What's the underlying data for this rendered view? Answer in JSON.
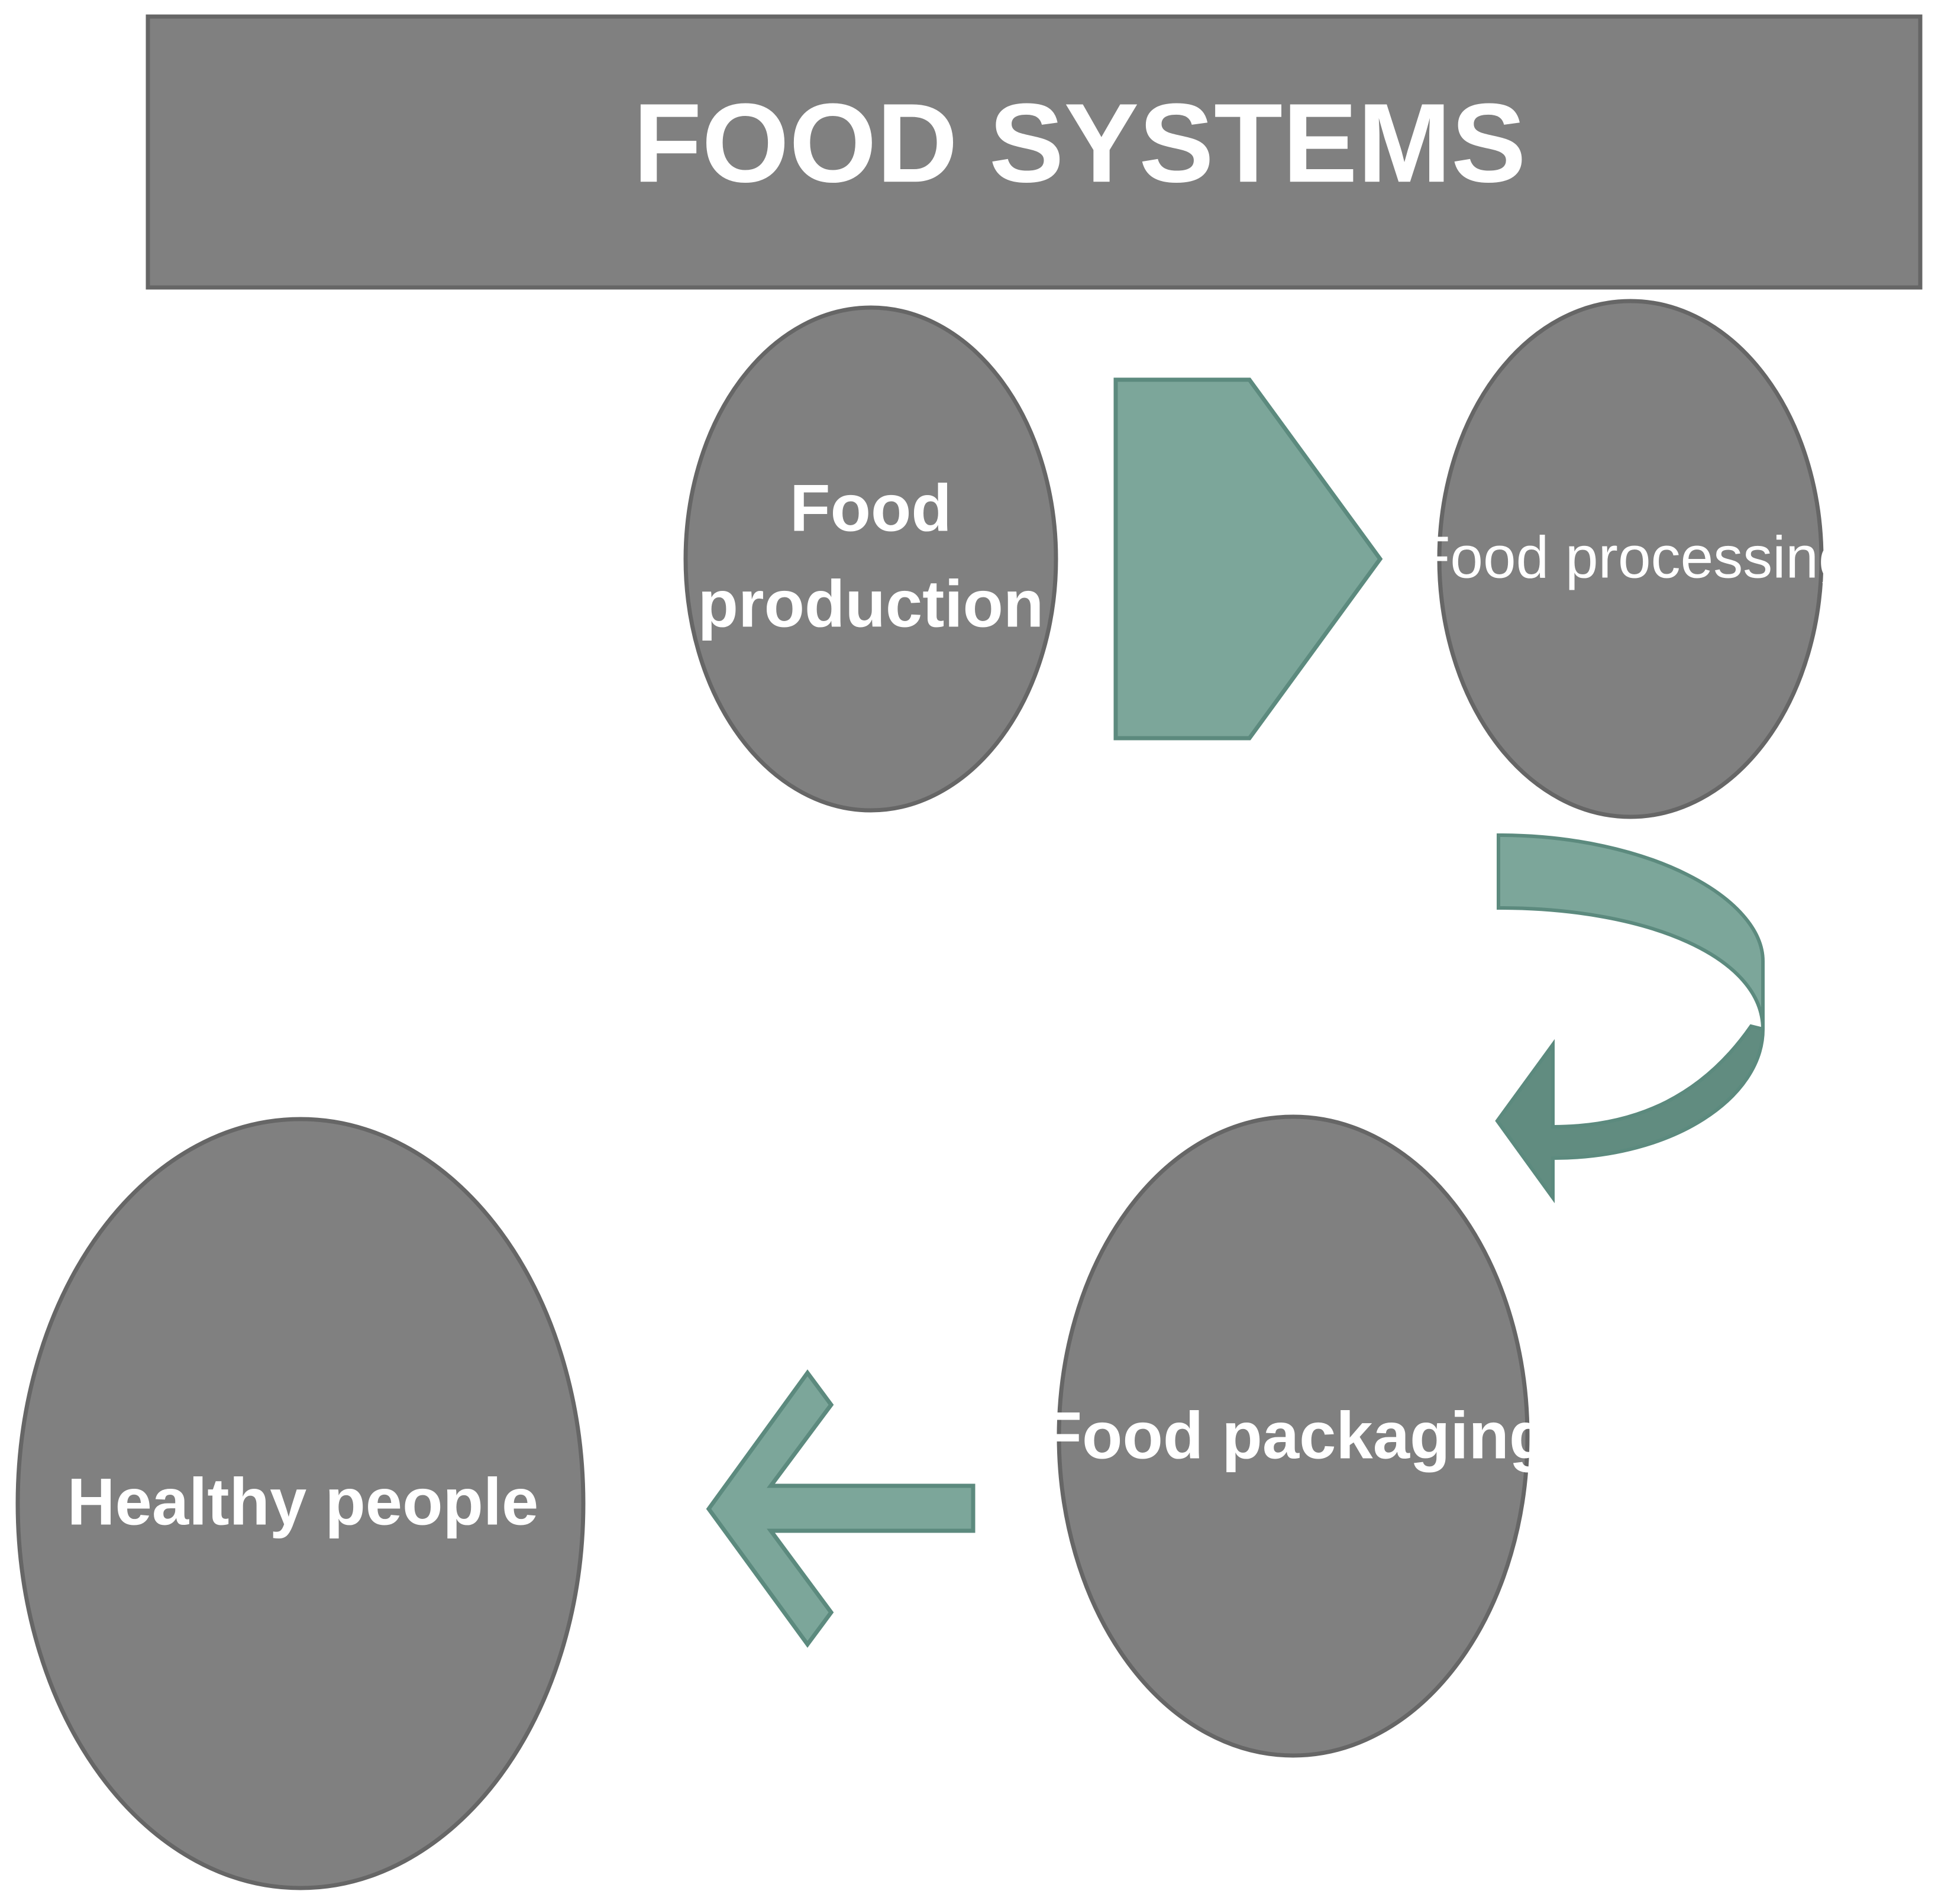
{
  "title": "FOOD SYSTEMS",
  "nodes": {
    "production": {
      "line1": "Food",
      "line2": "production"
    },
    "processing": {
      "label": "Food processing"
    },
    "packaging": {
      "label": "Food packaging"
    },
    "healthy": {
      "label": "Healthy people"
    }
  },
  "colors": {
    "node_fill": "#808080",
    "node_stroke": "#666666",
    "arrow_fill": "#7ca69a",
    "arrow_fill_dark": "#618c80",
    "arrow_stroke": "#5c8a7e",
    "text": "#ffffff"
  }
}
